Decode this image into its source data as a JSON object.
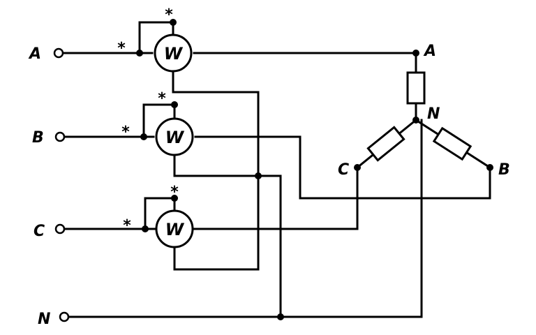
{
  "terminals": {
    "a": "A",
    "b": "B",
    "c": "C",
    "n": "N"
  },
  "load_nodes": {
    "a": "A",
    "b": "B",
    "c": "C",
    "n": "N"
  },
  "wattmeters": {
    "w1": "W",
    "w2": "W",
    "w3": "W"
  },
  "polarity_mark": "*"
}
